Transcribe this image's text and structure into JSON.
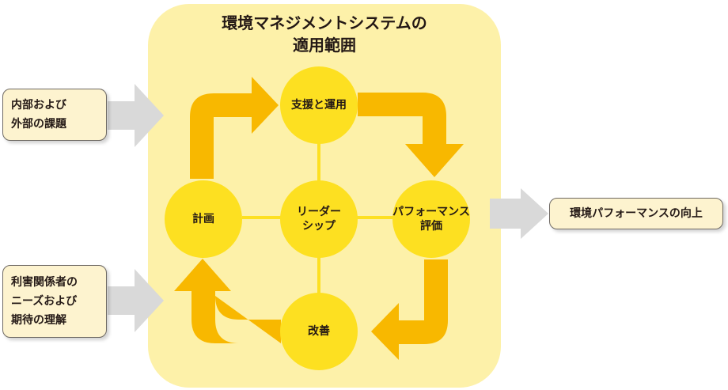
{
  "scope": {
    "title_line1": "環境マネジメントシステムの",
    "title_line2": "適用範囲"
  },
  "inputs": {
    "issues_line1": "内部および",
    "issues_line2": "外部の課題",
    "needs_line1": "利害関係者の",
    "needs_line2": "ニーズおよび",
    "needs_line3": "期待の理解"
  },
  "cycle": {
    "center_line1": "リーダー",
    "center_line2": "シップ",
    "top": "支援と運用",
    "right_line1": "パフォーマンス",
    "right_line2": "評価",
    "bottom": "改善",
    "left": "計画"
  },
  "output": {
    "label": "環境パフォーマンスの向上"
  },
  "colors": {
    "scope_fill": "#fdf1a9",
    "circle_fill": "#fde021",
    "cycle_arrow": "#f8b800",
    "input_arrow": "#d9d9d9",
    "box_fill": "#fdf3cf"
  }
}
